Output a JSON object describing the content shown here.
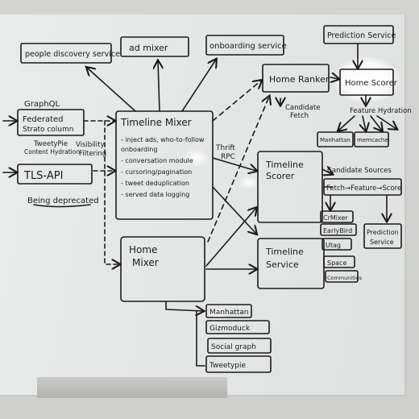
{
  "labels": {
    "people_discovery": "people discovery service",
    "ad_mixer": "ad mixer",
    "onboarding": "onboarding service",
    "prediction_service_top": "Prediction Service",
    "home_ranker": "Home Ranker",
    "home_scorer": "Home Scorer",
    "candidate_fetch_1": "Candidate",
    "candidate_fetch_2": "Fetch",
    "feature_hydration": "Feature Hydration",
    "manhattan_small": "Manhattan",
    "memcache": "memcache",
    "graphql": "GraphQL",
    "federated_1": "Federated",
    "federated_2": "Strato column",
    "tweetypie_hyd": "TweetyPie",
    "content_hydration": "Content Hydration",
    "visibility_1": "Visibility",
    "visibility_2": "Filtering",
    "tls_api": "TLS-API",
    "being_deprecated": "Being deprecated",
    "timeline_mixer": "Timeline Mixer",
    "tm_items": [
      "- inject ads, who-to-follow",
      "  onboarding",
      "- conversation module",
      "- cursoring/pagination",
      "- tweet deduplication",
      "- served data logging"
    ],
    "thrift_rpc_1": "Thrift",
    "thrift_rpc_2": "RPC",
    "timeline_scorer_1": "Timeline",
    "timeline_scorer_2": "Scorer",
    "candidate_sources": "Candidate Sources",
    "fetch_feature_score": "Fetch→Feature→Score",
    "crmixer": "CrMixer",
    "earlybird": "EarlyBird",
    "utag": "Utag",
    "space": "Space",
    "communities": "Communities",
    "prediction_service_mid_1": "Prediction",
    "prediction_service_mid_2": "Service",
    "home_mixer_1": "Home",
    "home_mixer_2": "Mixer",
    "timeline_service_1": "Timeline",
    "timeline_service_2": "Service",
    "stack": [
      "Manhattan",
      "Gizmoduck",
      "Social graph",
      "Tweetypie"
    ]
  },
  "colors": {
    "ink": "#1b1b1b",
    "board": "#e6e9e7",
    "wall": "#d3d4d1"
  }
}
